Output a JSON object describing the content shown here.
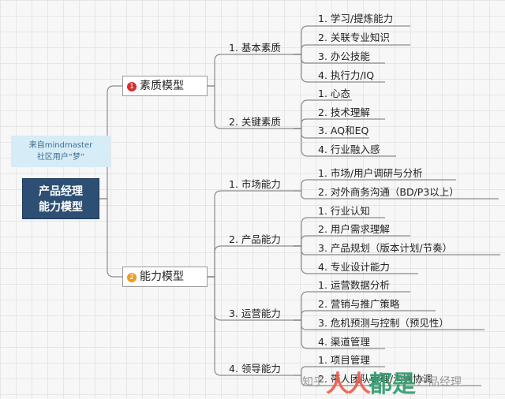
{
  "note": {
    "line1": "来自mindmaster",
    "line2": "社区用户“梦”"
  },
  "root": {
    "line1": "产品经理",
    "line2": "能力模型"
  },
  "branches": [
    {
      "label": "素质模型",
      "badge": "1",
      "badge_color": "#d32f2f",
      "subs": [
        {
          "label": "1. 基本素质",
          "leaves": [
            "1. 学习/提炼能力",
            "2. 关联专业知识",
            "3. 办公技能",
            "4. 执行力/IQ"
          ]
        },
        {
          "label": "2. 关键素质",
          "leaves": [
            "1. 心态",
            "2. 技术理解",
            "3. AQ和EQ",
            "4. 行业融入感"
          ]
        }
      ]
    },
    {
      "label": "能力模型",
      "badge": "2",
      "badge_color": "#f29a1c",
      "subs": [
        {
          "label": "1. 市场能力",
          "leaves": [
            "1. 市场/用户调研与分析",
            "2. 对外商务沟通（BD/P3以上）"
          ]
        },
        {
          "label": "2. 产品能力",
          "leaves": [
            "1. 行业认知",
            "2. 用户需求理解",
            "3. 产品规划（版本计划/节奏）",
            "4. 专业设计能力"
          ]
        },
        {
          "label": "3. 运营能力",
          "leaves": [
            "1. 运营数据分析",
            "2. 营销与推广策略",
            "3. 危机预测与控制（预见性）",
            "4. 渠道管理"
          ]
        },
        {
          "label": "4. 领导能力",
          "leaves": [
            "1. 项目管理",
            "2. 带人团队管理/沟通协调"
          ]
        }
      ]
    }
  ],
  "watermark": {
    "left": "知乎",
    "logo": "人人",
    "logo2": "都是",
    "right": "产品经理"
  },
  "colors": {
    "line": "#8c8c8c",
    "root_bg": "#2d4f73",
    "note_bg": "#d6ecf7"
  }
}
